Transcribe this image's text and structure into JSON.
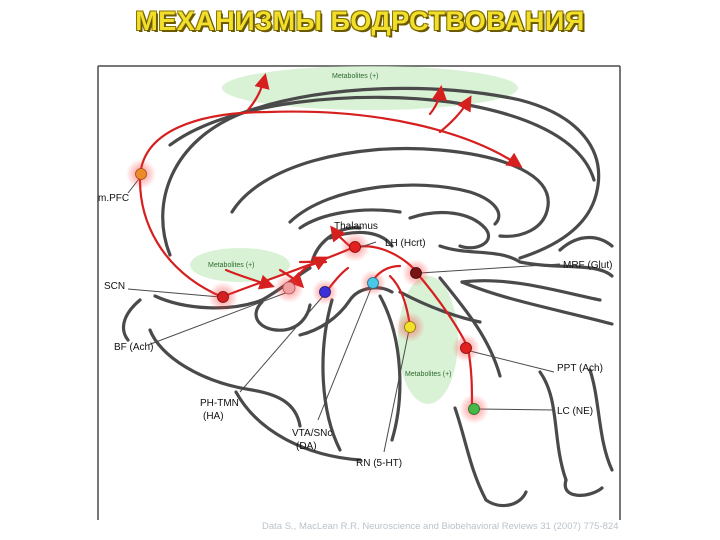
{
  "title": "МЕХАНИЗМЫ БОДРСТВОВАНИЯ",
  "labels": {
    "metabolites_top": "Metabolites (+)",
    "metabolites_mid": "Metabolites (+)",
    "metabolites_low": "Metabolites (+)",
    "mpfc": "m.PFC",
    "thalamus": "Thalamus",
    "lh": "LH (Hcrt)",
    "mrf": "MRF (Glut)",
    "scn": "SCN",
    "bf": "BF (Ach)",
    "ph_tmn_1": "PH-TMN",
    "ph_tmn_2": "(HA)",
    "vta_1": "VTA/SNc",
    "vta_2": "(DA)",
    "rn": "RN (5-HT)",
    "ppt": "PPT (Ach)",
    "lc": "LC (NE)"
  },
  "citation": "Data S., MacLean R.R. Neuroscience and Biobehavioral Reviews 31 (2007) 775-824",
  "colors": {
    "pathway": "#d61f1f",
    "outline": "#4a4a4a",
    "metabolite_region": "#c9ecc4",
    "title_fill": "#f2df2c"
  },
  "nuclei": [
    {
      "name": "mPFC",
      "color": "#ee8a2a"
    },
    {
      "name": "SCN",
      "color": "#d42020"
    },
    {
      "name": "BF",
      "color": "#f0a0a0"
    },
    {
      "name": "PH-TMN",
      "color": "#3b2fd8"
    },
    {
      "name": "VTA",
      "color": "#49c6e8"
    },
    {
      "name": "LH",
      "color": "#e22020"
    },
    {
      "name": "MRF",
      "color": "#7a1414"
    },
    {
      "name": "RN",
      "color": "#f2e02a"
    },
    {
      "name": "PPT",
      "color": "#e22020"
    },
    {
      "name": "LC",
      "color": "#46b847"
    }
  ]
}
